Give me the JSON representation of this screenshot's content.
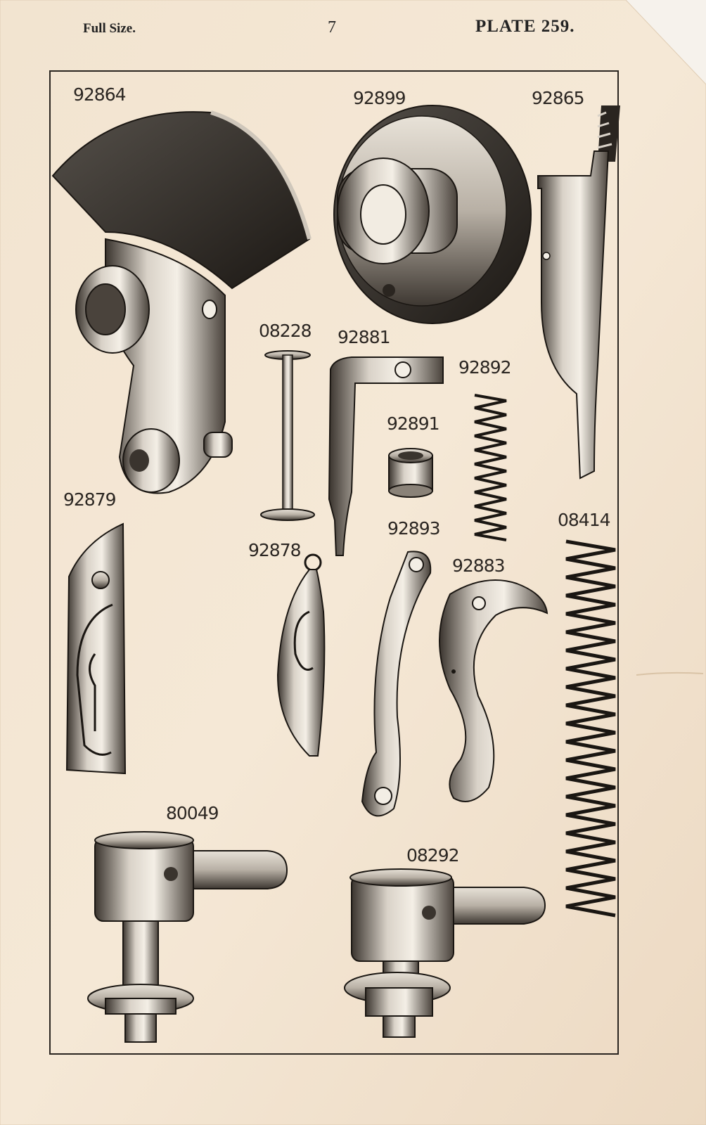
{
  "header": {
    "scale_label": "Full Size.",
    "page_number": "7",
    "plate_label": "PLATE 259."
  },
  "parts": [
    {
      "number": "92864",
      "icon": "crank-lever-with-sector-icon"
    },
    {
      "number": "92899",
      "icon": "cam-wheel-icon"
    },
    {
      "number": "92865",
      "icon": "feed-bar-icon"
    },
    {
      "number": "08228",
      "icon": "shaft-pin-icon"
    },
    {
      "number": "92881",
      "icon": "l-bracket-icon"
    },
    {
      "number": "92892",
      "icon": "short-spring-icon"
    },
    {
      "number": "92891",
      "icon": "bushing-icon"
    },
    {
      "number": "92879",
      "icon": "needle-bar-icon"
    },
    {
      "number": "92878",
      "icon": "hook-plate-icon"
    },
    {
      "number": "92893",
      "icon": "curved-link-icon"
    },
    {
      "number": "92883",
      "icon": "s-lever-icon"
    },
    {
      "number": "08414",
      "icon": "long-spring-icon"
    },
    {
      "number": "80049",
      "icon": "stud-large-icon"
    },
    {
      "number": "08292",
      "icon": "stud-small-icon"
    }
  ],
  "colors": {
    "paper": "#f0e2cf",
    "ink": "#2a2520"
  }
}
